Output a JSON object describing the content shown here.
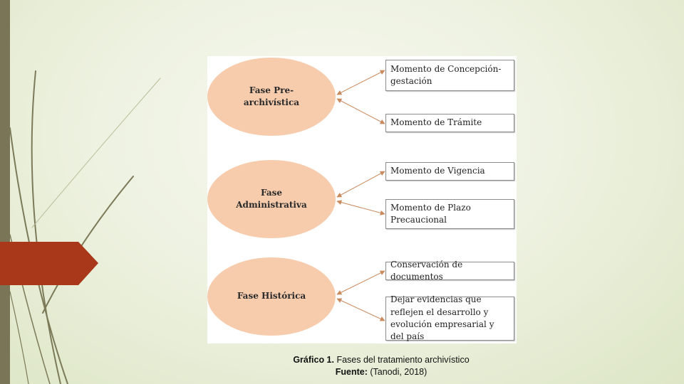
{
  "colors": {
    "background": "#eef2e1",
    "left_bar": "#7a7557",
    "accent_tab": "#a9381b",
    "phase_fill": "#f6ccad",
    "arrow": "#c98a5e"
  },
  "diagram": {
    "phases": [
      {
        "label": "Fase Pre-archivística",
        "moments": [
          "Momento de Concepción-gestación",
          "Momento de Trámite"
        ]
      },
      {
        "label": "Fase Administrativa",
        "moments": [
          "Momento de Vigencia",
          "Momento de Plazo Precaucional"
        ]
      },
      {
        "label": "Fase Histórica",
        "moments": [
          "Conservación de documentos",
          "Dejar evidencias que reflejen el desarrollo y evolución empresarial y del país"
        ]
      }
    ]
  },
  "caption": {
    "line1_bold": "Gráfico 1.",
    "line1_text": "Fases del tratamiento archivístico",
    "line2_bold": "Fuente:",
    "line2_text": "(Tanodi, 2018)"
  }
}
